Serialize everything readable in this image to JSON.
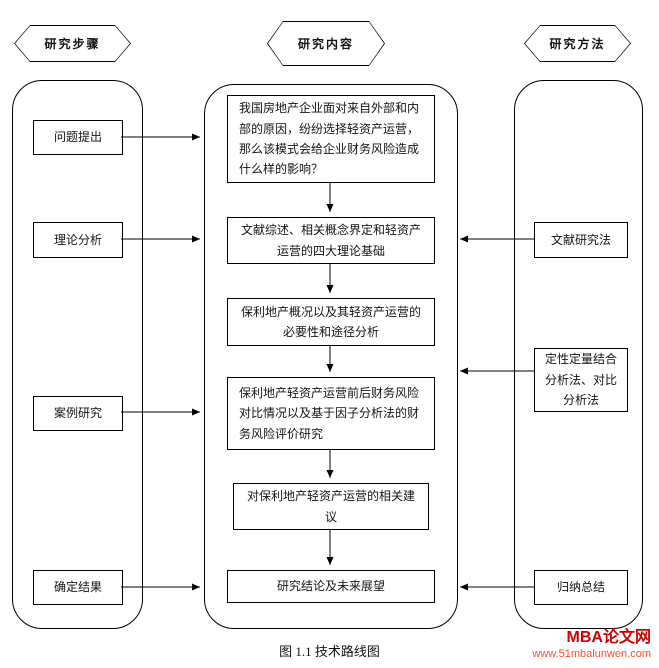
{
  "headers": {
    "left": "研究步骤",
    "center": "研究内容",
    "right": "研究方法"
  },
  "left_column": {
    "items": [
      {
        "label": "问题提出"
      },
      {
        "label": "理论分析"
      },
      {
        "label": "案例研究"
      },
      {
        "label": "确定结果"
      }
    ]
  },
  "center_column": {
    "items": [
      {
        "text": "我国房地产企业面对来自外部和内部的原因，纷纷选择轻资产运营，那么该模式会给企业财务风险造成什么样的影响？"
      },
      {
        "text": "文献综述、相关概念界定和轻资产运营的四大理论基础"
      },
      {
        "text": "保利地产概况以及其轻资产运营的必要性和途径分析"
      },
      {
        "text": "保利地产轻资产运营前后财务风险对比情况以及基于因子分析法的财务风险评价研究"
      },
      {
        "text": "对保利地产轻资产运营的相关建议"
      },
      {
        "text": "研究结论及未来展望"
      }
    ]
  },
  "right_column": {
    "items": [
      {
        "label": "文献研究法"
      },
      {
        "label": "定性定量结合分析法、对比分析法"
      },
      {
        "label": "归纳总结"
      }
    ]
  },
  "caption": "图 1.1  技术路线图",
  "watermark": {
    "title": "MBA论文网",
    "url": "www.51mbalunwen.com",
    "title_color": "#d40000",
    "url_color": "#ff4e2b"
  }
}
